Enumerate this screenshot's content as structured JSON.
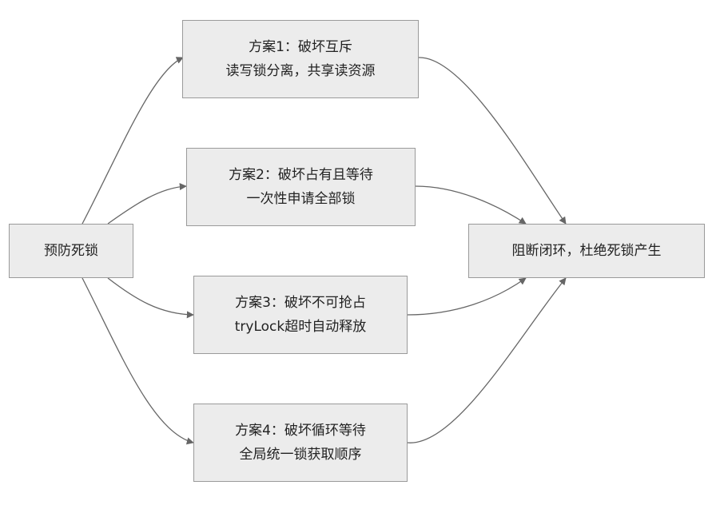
{
  "nodes": {
    "start": {
      "label": "预防死锁"
    },
    "s1": {
      "title": "方案1：破坏互斥",
      "detail": "读写锁分离，共享读资源"
    },
    "s2": {
      "title": "方案2：破坏占有且等待",
      "detail": "一次性申请全部锁"
    },
    "s3": {
      "title": "方案3：破坏不可抢占",
      "detail": "tryLock超时自动释放"
    },
    "s4": {
      "title": "方案4：破坏循环等待",
      "detail": "全局统一锁获取顺序"
    },
    "end": {
      "label": "阻断闭环，杜绝死锁产生"
    }
  },
  "edges": [
    {
      "from": "start",
      "to": "s1"
    },
    {
      "from": "start",
      "to": "s2"
    },
    {
      "from": "start",
      "to": "s3"
    },
    {
      "from": "start",
      "to": "s4"
    },
    {
      "from": "s1",
      "to": "end"
    },
    {
      "from": "s2",
      "to": "end"
    },
    {
      "from": "s3",
      "to": "end"
    },
    {
      "from": "s4",
      "to": "end"
    }
  ],
  "colors": {
    "node_fill": "#ececec",
    "node_border": "#9a9a9a",
    "edge": "#666666",
    "text": "#222222"
  }
}
